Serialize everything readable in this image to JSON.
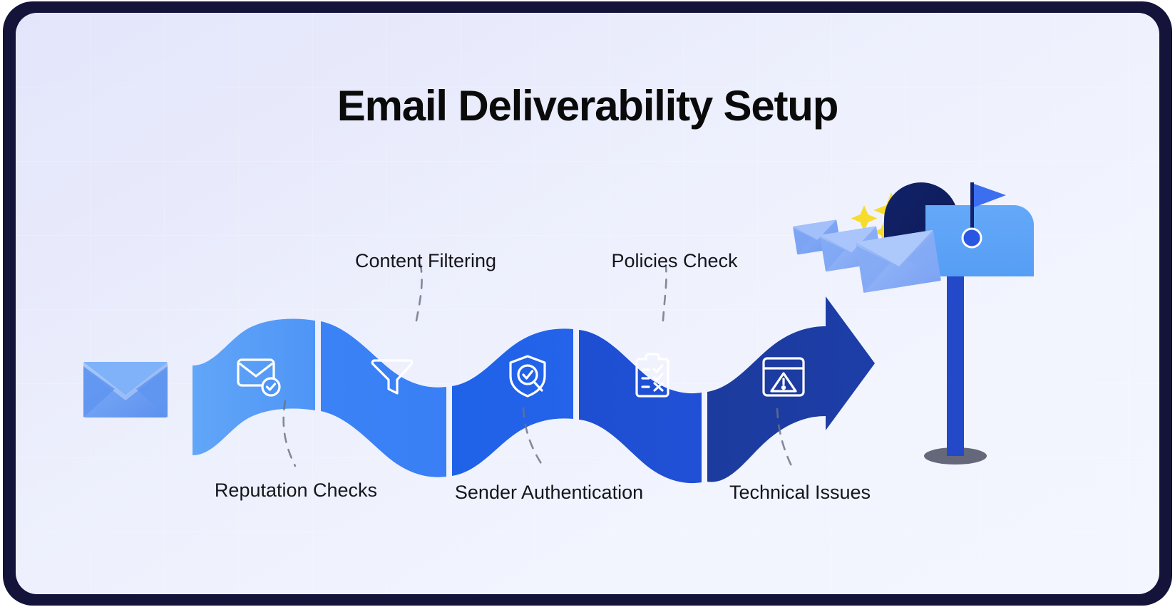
{
  "page": {
    "title": "Email Deliverability Setup",
    "background_color": "#eef1fd",
    "frame_color": "#14133a"
  },
  "flow": {
    "type": "wavy-arrow-process",
    "direction": "left-to-right",
    "start_icon": "envelope-icon",
    "end_illustration": "mailbox-with-flying-envelopes",
    "steps": [
      {
        "index": 1,
        "label": "Reputation Checks",
        "label_position": "below",
        "icon": "envelope-check-icon",
        "color": "#5fa2f7"
      },
      {
        "index": 2,
        "label": "Content Filtering",
        "label_position": "above",
        "icon": "funnel-filter-icon",
        "color": "#3b82f6"
      },
      {
        "index": 3,
        "label": "Sender Authentication",
        "label_position": "below",
        "icon": "shield-check-search-icon",
        "color": "#2563eb"
      },
      {
        "index": 4,
        "label": "Policies Check",
        "label_position": "above",
        "icon": "clipboard-checklist-icon",
        "color": "#1d4ed8"
      },
      {
        "index": 5,
        "label": "Technical Issues",
        "label_position": "below",
        "icon": "browser-warning-icon",
        "color": "#1e3a9e"
      }
    ]
  },
  "decor": {
    "sparkles": "yellow-sparkle-icons",
    "sparkle_color": "#f5dc3c",
    "envelope_color": "#7fa6f2",
    "mailbox_body_color": "#5aa0f5",
    "mailbox_inner_color": "#0e1f6b",
    "mailbox_pole_color": "#2348c8",
    "flag_color": "#3c6ff0",
    "arrow_head_color": "#1d3fa8",
    "connector_style": "dashed-curve"
  }
}
